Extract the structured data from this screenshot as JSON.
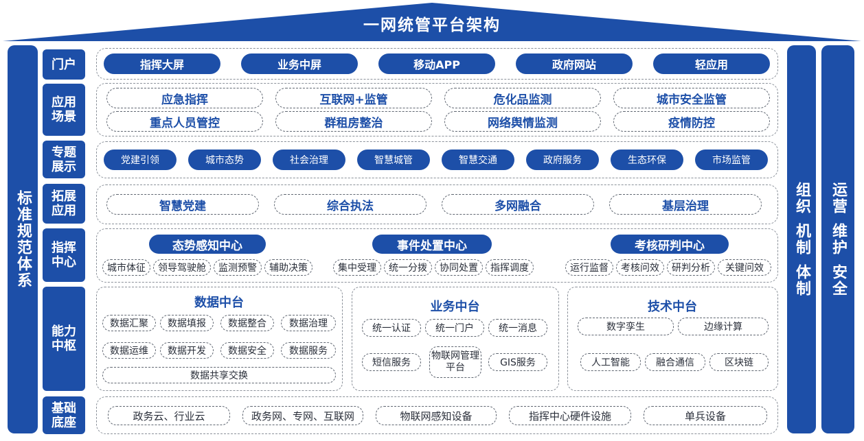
{
  "title": "一网统管平台架构",
  "left_bar": "标准规范体系",
  "org_bar": [
    "组织",
    "机制",
    "体制"
  ],
  "ops_bar": [
    "运营",
    "维护",
    "安全"
  ],
  "rows": {
    "portal": {
      "label": "门户",
      "items": [
        "指挥大屏",
        "业务中屏",
        "移动APP",
        "政府网站",
        "轻应用"
      ]
    },
    "scenario": {
      "label": "应用场景",
      "items": [
        "应急指挥",
        "互联网+监管",
        "危化品监测",
        "城市安全监管",
        "重点人员管控",
        "群租房整治",
        "网络舆情监测",
        "疫情防控"
      ]
    },
    "topic": {
      "label": "专题展示",
      "items": [
        "党建引领",
        "城市态势",
        "社会治理",
        "智慧城管",
        "智慧交通",
        "政府服务",
        "生态环保",
        "市场监管"
      ]
    },
    "extension": {
      "label": "拓展应用",
      "items": [
        "智慧党建",
        "综合执法",
        "多网融合",
        "基层治理"
      ]
    },
    "command": {
      "label": "指挥中心",
      "centers": [
        {
          "title": "态势感知中心",
          "items": [
            "城市体征",
            "领导驾驶舱",
            "监测预警",
            "辅助决策"
          ]
        },
        {
          "title": "事件处置中心",
          "items": [
            "集中受理",
            "统一分拨",
            "协同处置",
            "指挥调度"
          ]
        },
        {
          "title": "考核研判中心",
          "items": [
            "运行监督",
            "考核问效",
            "研判分析",
            "关键问效"
          ]
        }
      ]
    },
    "capability": {
      "label": "能力中枢",
      "data": {
        "title": "数据中台",
        "items": [
          "数据汇聚",
          "数据填报",
          "数据整合",
          "数据治理",
          "数据运维",
          "数据开发",
          "数据安全",
          "数据服务",
          "数据共享交换"
        ]
      },
      "business": {
        "title": "业务中台",
        "items": [
          "统一认证",
          "统一门户",
          "统一消息",
          "短信服务",
          "物联网管理平台",
          "GIS服务"
        ]
      },
      "tech": {
        "title": "技术中台",
        "items": [
          "数字孪生",
          "边缘计算",
          "人工智能",
          "融合通信",
          "区块链"
        ]
      }
    },
    "base": {
      "label": "基础底座",
      "items": [
        "政务云、行业云",
        "政务网、专网、互联网",
        "物联网感知设备",
        "指挥中心硬件设施",
        "单兵设备"
      ]
    }
  },
  "colors": {
    "primary": "#1d4fa8",
    "dashed_border": "#8a9099",
    "background": "#ffffff"
  }
}
